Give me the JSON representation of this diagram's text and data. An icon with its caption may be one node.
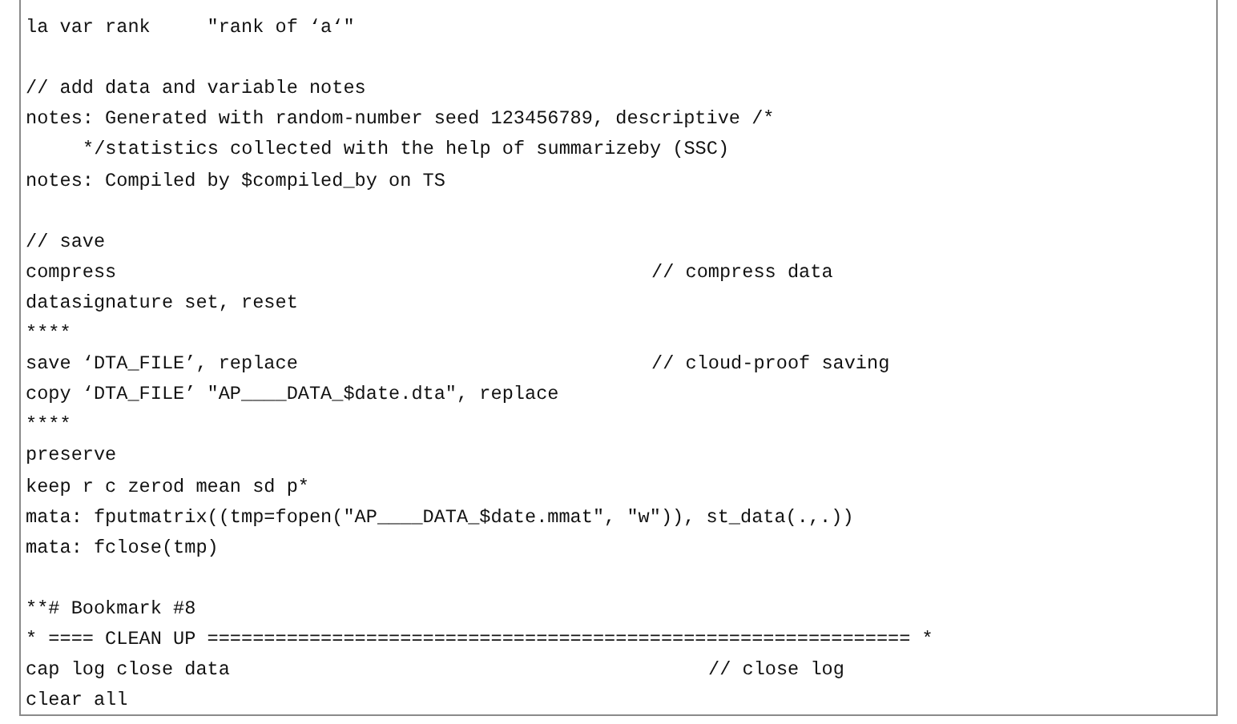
{
  "diagram": {
    "labels": [
      "la var rank     \"rank of ‘a‘\"",
      "// add data and variable notes",
      "notes: Generated with random-number seed 123456789, descriptive /*",
      "*/statistics collected with the help of summarizeby (SSC)",
      "notes: Compiled by $compiled_by on TS",
      "// save",
      "compress",
      "// compress data",
      "datasignature set, reset",
      "****",
      "save ‘DTA_FILE’, replace",
      "// cloud-proof saving",
      "copy ‘DTA_FILE’ \"AP____DATA_$date.dta\", replace",
      "****",
      "preserve",
      "keep r c zerod mean sd p*",
      "mata: fputmatrix((tmp=fopen(\"AP____DATA_$date.mmat\", \"w\")), st_data(.,.))",
      "mata: fclose(tmp)",
      "**# Bookmark #8",
      "* ==== CLEAN UP ============================================================== *",
      "cap log close data",
      "// close log",
      "clear all"
    ]
  }
}
